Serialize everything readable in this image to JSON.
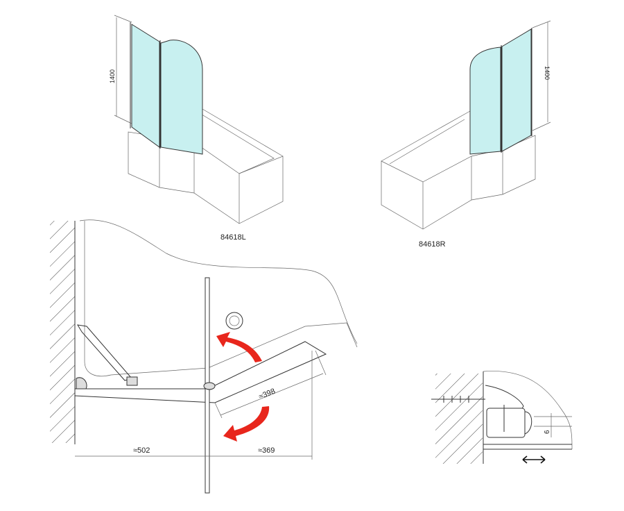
{
  "views": {
    "left_model": {
      "label": "84618L",
      "height_dim": "1400"
    },
    "right_model": {
      "label": "84618R",
      "height_dim": "1400"
    }
  },
  "plan": {
    "dim_panel": "≈398",
    "dim_left": "≈502",
    "dim_right": "≈369"
  },
  "detail": {
    "dim_gap": "6"
  },
  "colors": {
    "glass": "#c8f0f0",
    "arrow": "#e8261c",
    "line": "#333333"
  }
}
